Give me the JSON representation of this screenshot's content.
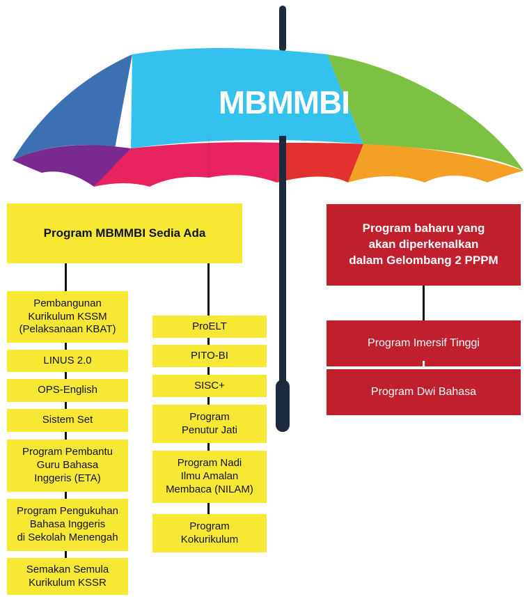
{
  "title": "MBMMBI",
  "existing": {
    "heading": "Program MBMMBI Sedia Ada",
    "left_items": [
      "Pembangunan\nKurikulum KSSM\n(Pelaksanaan KBAT)",
      "LINUS 2.0",
      "OPS-English",
      "Sistem Set",
      "Program Pembantu\nGuru Bahasa\nInggeris (ETA)",
      "Program Pengukuhan\nBahasa Inggeris\ndi Sekolah Menengah",
      "Semakan Semula\nKurikulum KSSR"
    ],
    "right_items": [
      "ProELT",
      "PITO-BI",
      "SISC+",
      "Program\nPenutur Jati",
      "Program Nadi\nIlmu Amalan\nMembaca (NILAM)",
      "Program\nKokurikulum"
    ]
  },
  "new": {
    "heading": "Program baharu yang\nakan diperkenalkan\ndalam Gelombang 2 PPPM",
    "items": [
      "Program Imersif Tinggi",
      "Program Dwi Bahasa"
    ]
  },
  "colors": {
    "yellow": "#f7e933",
    "red": "#c0202e",
    "canopy_blue": "#3d6fb3",
    "canopy_cyan": "#35c1ee",
    "canopy_green": "#7dc142",
    "canopy_purple": "#7a2a8e",
    "canopy_magenta": "#e8235f",
    "canopy_red": "#e2312f",
    "canopy_orange": "#f4a024",
    "handle": "#1c2a3e"
  }
}
